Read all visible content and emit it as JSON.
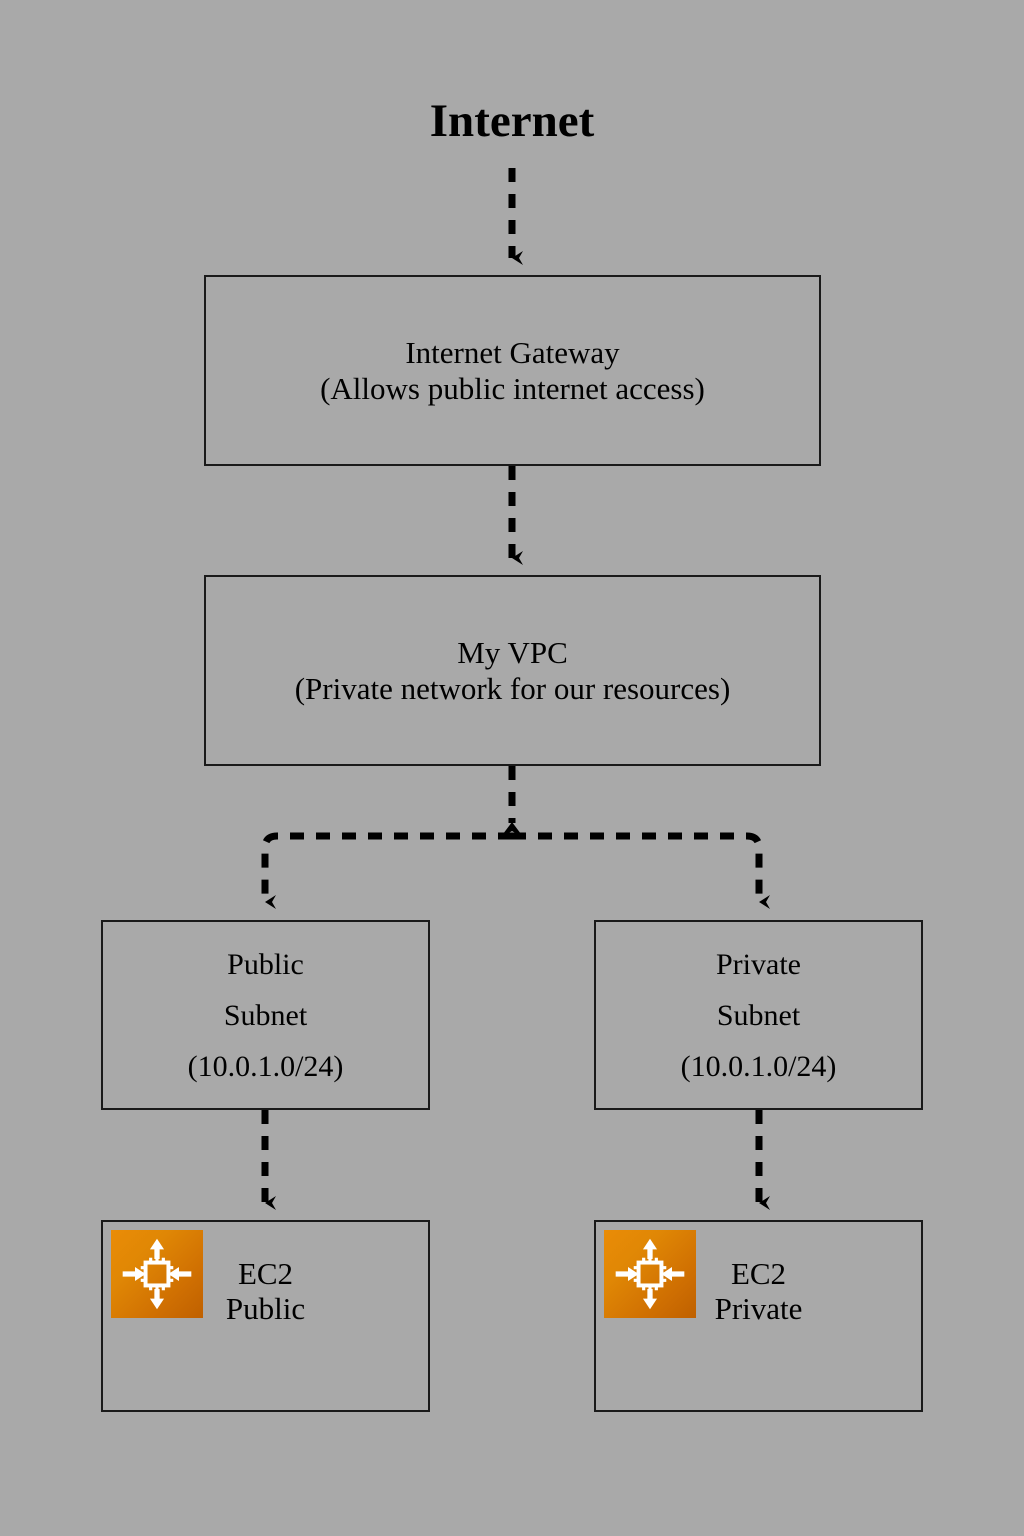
{
  "page": {
    "background_color": "#a9a9a9",
    "ink_color": "#000000",
    "title": "Internet"
  },
  "nodes": {
    "internet_gateway": {
      "line1": "Internet Gateway",
      "line2": "(Allows public internet access)"
    },
    "vpc": {
      "line1": "My VPC",
      "line2": "(Private network for our resources)"
    },
    "public_subnet": {
      "line1": "Public",
      "line2": "Subnet",
      "line3": "(10.0.1.0/24)"
    },
    "private_subnet": {
      "line1": "Private",
      "line2": "Subnet",
      "line3": "(10.0.1.0/24)"
    },
    "ec2_public": {
      "line1": "EC2",
      "line2": "Public",
      "icon": "ec2-instance-icon",
      "icon_color_light": "#ea8c06",
      "icon_color_dark": "#bf6000",
      "icon_glyph_color": "#ffffff"
    },
    "ec2_private": {
      "line1": "EC2",
      "line2": "Private",
      "icon": "ec2-instance-icon",
      "icon_color_light": "#ea8c06",
      "icon_color_dark": "#bf6000",
      "icon_glyph_color": "#ffffff"
    }
  },
  "edges": [
    {
      "name": "internet-to-igw",
      "from": "Internet",
      "to": "Internet Gateway",
      "style": "dashed",
      "arrow": "down"
    },
    {
      "name": "igw-to-vpc",
      "from": "Internet Gateway",
      "to": "My VPC",
      "style": "dashed",
      "arrow": "down"
    },
    {
      "name": "vpc-to-subnets-trunk",
      "from": "My VPC",
      "to": "split",
      "style": "dashed",
      "arrow": "up"
    },
    {
      "name": "split-to-public-subnet",
      "from": "My VPC",
      "to": "Public Subnet",
      "style": "dashed",
      "arrow": "down"
    },
    {
      "name": "split-to-private-subnet",
      "from": "My VPC",
      "to": "Private Subnet",
      "style": "dashed",
      "arrow": "down"
    },
    {
      "name": "public-subnet-to-ec2",
      "from": "Public Subnet",
      "to": "EC2 Public",
      "style": "dashed",
      "arrow": "down"
    },
    {
      "name": "private-subnet-to-ec2",
      "from": "Private Subnet",
      "to": "EC2 Private",
      "style": "dashed",
      "arrow": "down"
    }
  ]
}
